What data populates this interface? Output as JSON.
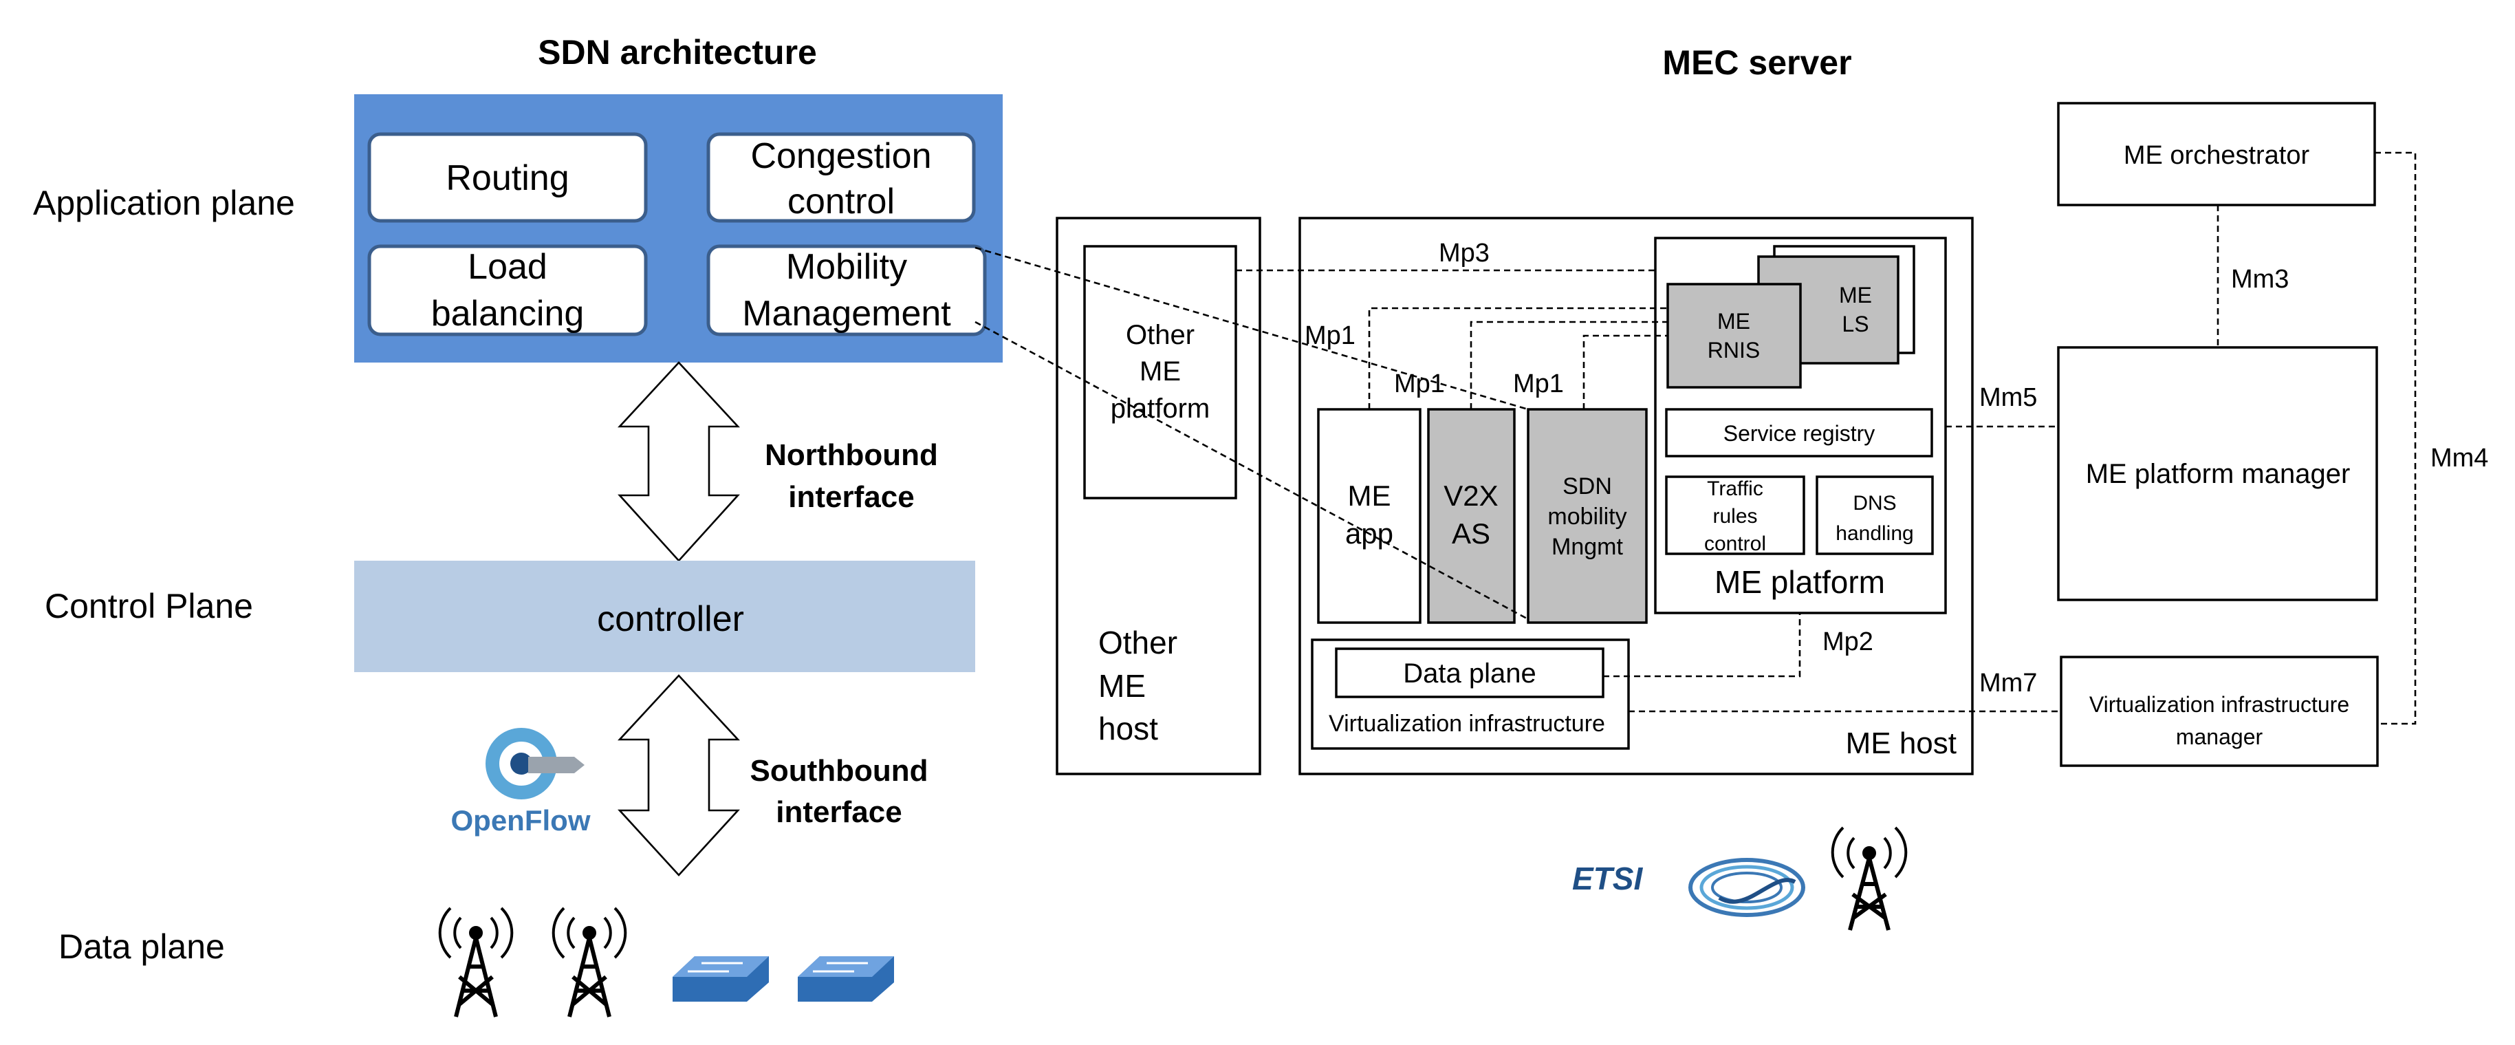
{
  "sdn": {
    "title": "SDN architecture",
    "planes": {
      "application": "Application plane",
      "control": "Control Plane",
      "data": "Data plane"
    },
    "apps": {
      "routing": "Routing",
      "congestion_1": "Congestion",
      "congestion_2": "control",
      "load_1": "Load",
      "load_2": "balancing",
      "mobility_1": "Mobility",
      "mobility_2": "Management"
    },
    "controller": "controller",
    "northbound_1": "Northbound",
    "northbound_2": "interface",
    "southbound_1": "Southbound",
    "southbound_2": "interface",
    "openflow_logo": "OpenFlow"
  },
  "mec": {
    "title": "MEC server",
    "other_platform_1": "Other",
    "other_platform_2": "ME",
    "other_platform_3": "platform",
    "other_host_1": "Other",
    "other_host_2": "ME",
    "other_host_3": "host",
    "me_app_1": "ME",
    "me_app_2": "app",
    "v2x_1": "V2X",
    "v2x_2": "AS",
    "sdn_mob_1": "SDN",
    "sdn_mob_2": "mobility",
    "sdn_mob_3": "Mngmt",
    "rnis_1": "ME",
    "rnis_2": "RNIS",
    "ls_1": "ME",
    "ls_2": "LS",
    "service_registry": "Service registry",
    "traffic_1": "Traffic",
    "traffic_2": "rules",
    "traffic_3": "control",
    "dns_1": "DNS",
    "dns_2": "handling",
    "me_platform": "ME platform",
    "data_plane": "Data plane",
    "virt_infra": "Virtualization infrastructure",
    "me_host": "ME host",
    "orchestrator": "ME orchestrator",
    "platform_manager": "ME platform manager",
    "vim_1": "Virtualization infrastructure",
    "vim_2": "manager",
    "etsi_logo": "ETSI"
  },
  "interfaces": {
    "mp3": "Mp3",
    "mp1_a": "Mp1",
    "mp1_b": "Mp1",
    "mp1_c": "Mp1",
    "mp2": "Mp2",
    "mm3": "Mm3",
    "mm4": "Mm4",
    "mm5": "Mm5",
    "mm7": "Mm7"
  },
  "colors": {
    "app_plane_bg": "#5b8fd6",
    "controller_bg": "#b8cce4",
    "grey_box": "#c0c0c0",
    "device_blue": "#2e6db4",
    "openflow_blue": "#3b78b5"
  }
}
